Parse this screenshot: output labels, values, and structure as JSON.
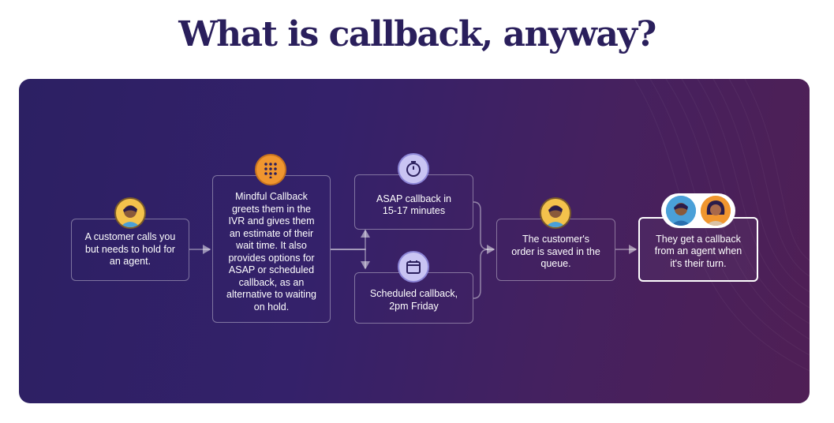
{
  "title": "What is callback, anyway?",
  "colors": {
    "title": "#2a1f5c",
    "panel_start": "#2c2063",
    "panel_end": "#4f1f55",
    "accent_orange": "#f0962f",
    "accent_lavender": "#c9c4f3",
    "avatar_yellow": "#f4c24c"
  },
  "steps": [
    {
      "id": "customer-calls",
      "text": "A customer calls you\nbut needs to hold for\nan agent.",
      "icon": "customer-avatar-icon"
    },
    {
      "id": "mindful-callback",
      "text": "Mindful Callback\ngreets them in the\nIVR and gives them\nan estimate of their\nwait time. It also\nprovides options for\nASAP or scheduled\ncallback, as an\nalternative to waiting\non hold.",
      "icon": "keypad-icon"
    },
    {
      "id": "asap-callback",
      "text": "ASAP callback in\n15-17 minutes",
      "icon": "clock-icon"
    },
    {
      "id": "scheduled-callback",
      "text": "Scheduled callback,\n2pm Friday",
      "icon": "calendar-icon"
    },
    {
      "id": "order-saved",
      "text": "The customer's\norder is saved in the\nqueue.",
      "icon": "customer-avatar-icon"
    },
    {
      "id": "get-callback",
      "text": "They get a callback\nfrom an agent when\nit's their turn.",
      "icon": "customer-agent-pair-icon"
    }
  ]
}
